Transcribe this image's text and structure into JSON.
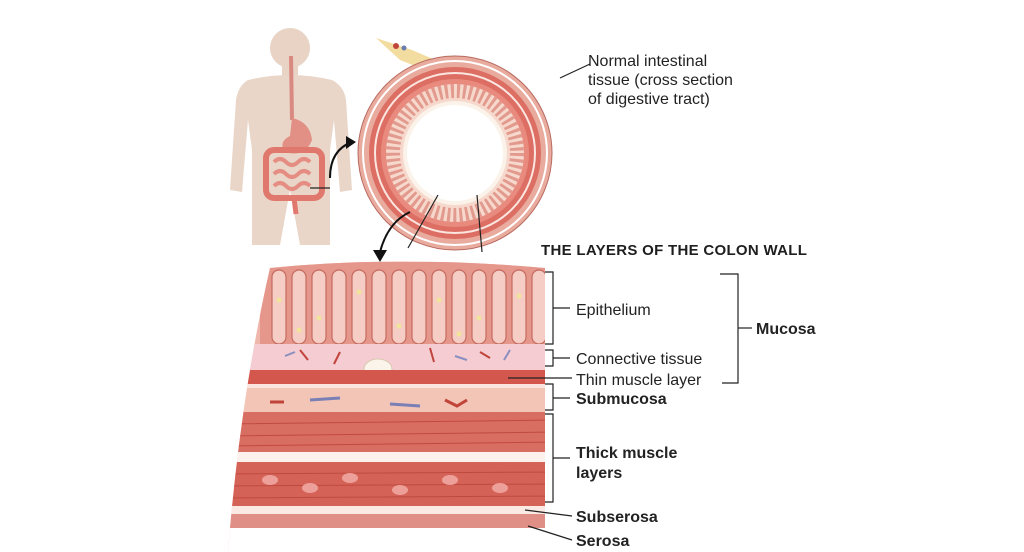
{
  "caption": {
    "line1": "Normal intestinal",
    "line2": "tissue (cross section",
    "line3": "of digestive tract)"
  },
  "title": "THE LAYERS OF THE COLON WALL",
  "labels": {
    "epithelium": "Epithelium",
    "connective": "Connective tissue",
    "thin_muscle": "Thin muscle layer",
    "mucosa": "Mucosa",
    "submucosa": "Submucosa",
    "thick_line1": "Thick muscle",
    "thick_line2": "layers",
    "subserosa": "Subserosa",
    "serosa": "Serosa"
  },
  "colors": {
    "skin": "#e9d6c8",
    "muscle": "#d9695e",
    "mucosa_pink": "#efb3a8",
    "line": "#222222"
  }
}
